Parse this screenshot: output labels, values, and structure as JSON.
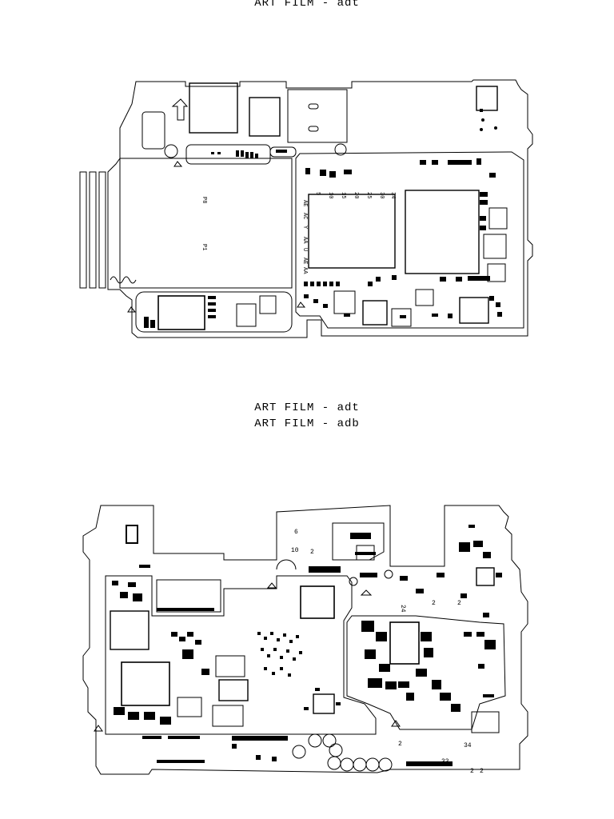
{
  "captions": {
    "top": "ART FILM - adt",
    "middle_1": "ART FILM - adt",
    "middle_2": "ART FILM - adb"
  },
  "top_board": {
    "labels": [
      "P8",
      "P1"
    ],
    "pin_row": [
      "5",
      "10",
      "15",
      "20",
      "25",
      "30",
      "34"
    ],
    "pin_col": [
      "AE",
      "AC",
      "Y",
      "AA",
      "U",
      "AE",
      "AA"
    ]
  },
  "bottom_board": {
    "labels": [
      "6",
      "10",
      "2",
      "24",
      "2",
      "2",
      "33",
      "34",
      "2",
      "2",
      "2"
    ]
  }
}
